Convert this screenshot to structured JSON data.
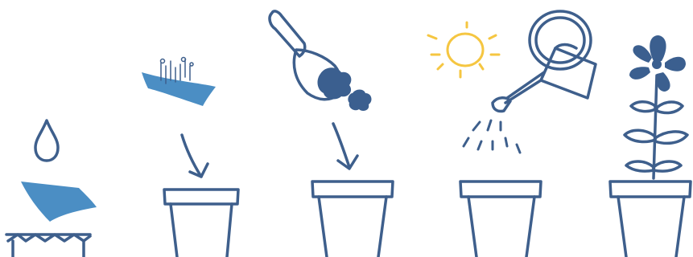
{
  "colors": {
    "outline": "#3e5f8c",
    "water_blue": "#4b8ec4",
    "soil": "#3b5f8f",
    "sun": "#f5c641",
    "background": "#ffffff"
  },
  "steps": [
    {
      "name": "soak-paper",
      "icons": [
        "water-drop-icon",
        "wet-paper-icon",
        "water-bowl-icon"
      ]
    },
    {
      "name": "place-seed-paper",
      "icons": [
        "seed-paper-icon",
        "down-arrow-icon",
        "flower-pot-icon"
      ]
    },
    {
      "name": "cover-with-soil",
      "icons": [
        "trowel-icon",
        "soil-clump-icon",
        "down-arrow-icon",
        "flower-pot-icon"
      ]
    },
    {
      "name": "sun-and-water",
      "icons": [
        "sun-icon",
        "watering-can-icon",
        "water-drops-icon",
        "flower-pot-icon"
      ]
    },
    {
      "name": "flower-grows",
      "icons": [
        "flower-icon",
        "flower-pot-icon"
      ]
    }
  ]
}
